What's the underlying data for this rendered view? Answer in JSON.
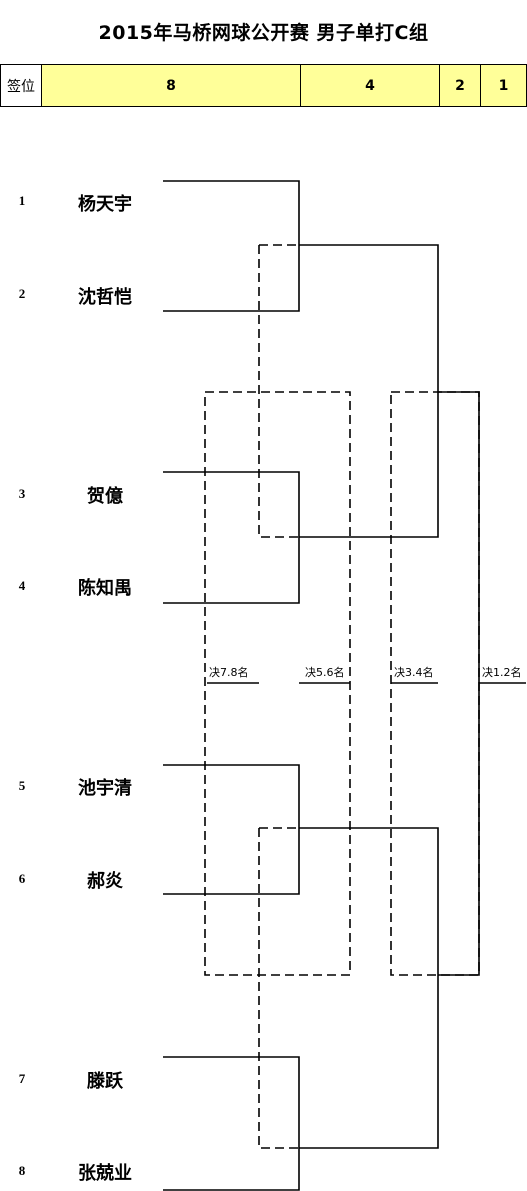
{
  "title": "2015年马桥网球公开赛  男子单打C组",
  "header": {
    "label": "签位",
    "cols": [
      "8",
      "4",
      "2",
      "1"
    ]
  },
  "players": [
    {
      "seed": "1",
      "name": "杨天宇"
    },
    {
      "seed": "2",
      "name": "沈哲恺"
    },
    {
      "seed": "3",
      "name": "贺億"
    },
    {
      "seed": "4",
      "name": "陈知禺"
    },
    {
      "seed": "5",
      "name": "池宇清"
    },
    {
      "seed": "6",
      "name": "郝炎"
    },
    {
      "seed": "7",
      "name": "滕跃"
    },
    {
      "seed": "8",
      "name": "张兢业"
    }
  ],
  "placement_labels": {
    "p78": "决7.8名",
    "p56": "决5.6名",
    "p34": "决3.4名",
    "p12": "决1.2名"
  }
}
